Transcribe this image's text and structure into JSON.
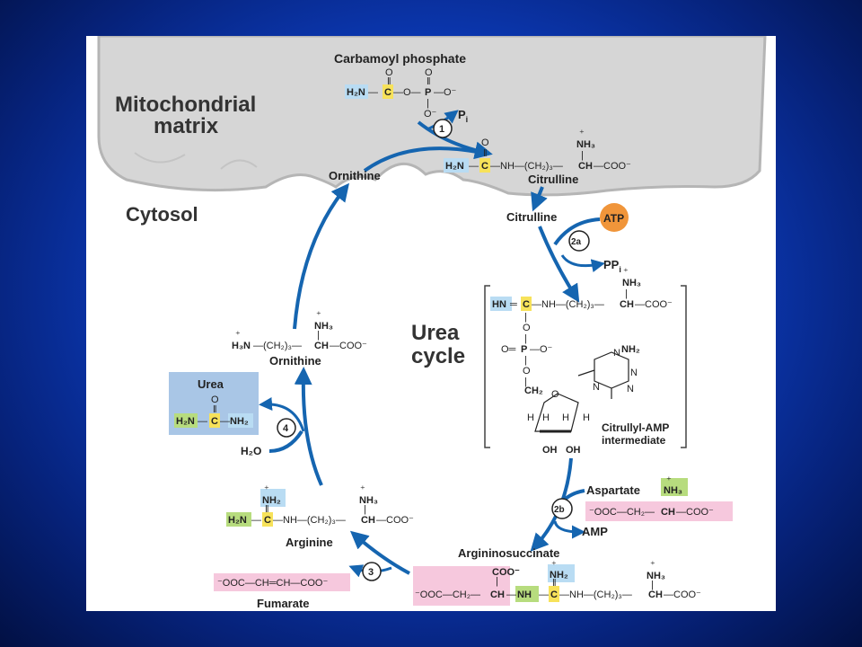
{
  "regions": {
    "matrix_line1": "Mitochondrial",
    "matrix_line2": "matrix",
    "cytosol": "Cytosol",
    "cycle_line1": "Urea",
    "cycle_line2": "cycle"
  },
  "compounds": {
    "carbamoyl_phosphate": "Carbamoyl phosphate",
    "citrulline": "Citrulline",
    "ornithine": "Ornithine",
    "citrullyl_amp_line1": "Citrullyl-AMP",
    "citrullyl_amp_line2": "intermediate",
    "aspartate": "Aspartate",
    "argininosuccinate": "Argininosuccinate",
    "arginine": "Arginine",
    "fumarate": "Fumarate",
    "urea": "Urea"
  },
  "cofactors": {
    "pi": "P",
    "pi_sub": "i",
    "atp": "ATP",
    "ppi": "PP",
    "ppi_sub": "i",
    "amp": "AMP",
    "water": "H₂O"
  },
  "steps": [
    "1",
    "2a",
    "2b",
    "3",
    "4"
  ],
  "colors": {
    "arrow": "#1565b0",
    "membrane": "#d6d6d6",
    "blue_highlight": "#b9dcf3",
    "yellow_highlight": "#f7e25a",
    "green_highlight": "#b7dc7e",
    "pink_highlight": "#f6c8dd",
    "urea_box": "#a9c6e6",
    "atp": "#f0953a"
  }
}
